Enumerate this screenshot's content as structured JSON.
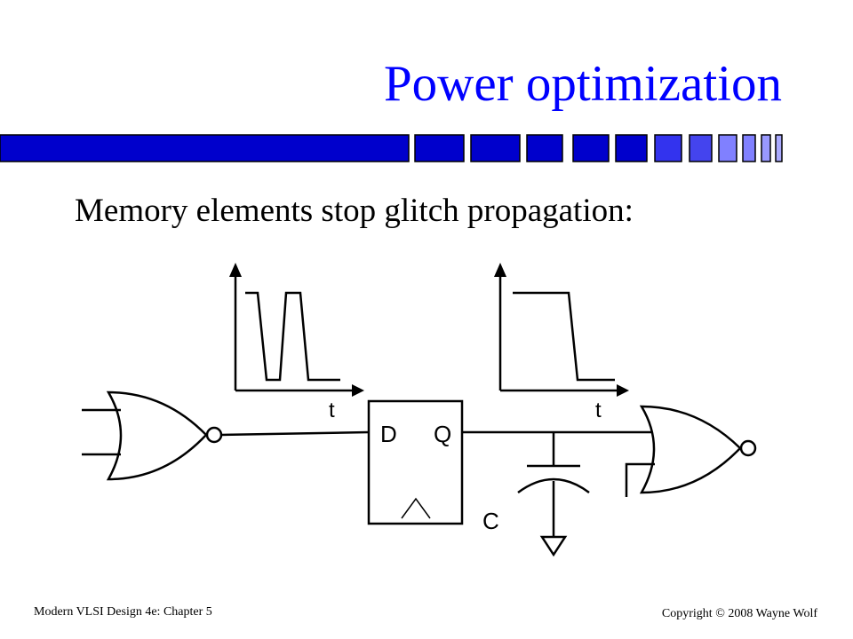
{
  "title": "Power optimization",
  "subtitle": "Memory elements stop glitch propagation:",
  "diagram": {
    "flipflop_d": "D",
    "flipflop_q": "Q",
    "capacitor": "C",
    "time_axis_left": "t",
    "time_axis_right": "t"
  },
  "footer": {
    "left": "Modern VLSI Design 4e: Chapter 5",
    "right": "Copyright © 2008 Wayne Wolf"
  },
  "colors": {
    "title": "#0000ff",
    "bar_dark": "#0000cc",
    "bar_light": "#8080ff"
  }
}
